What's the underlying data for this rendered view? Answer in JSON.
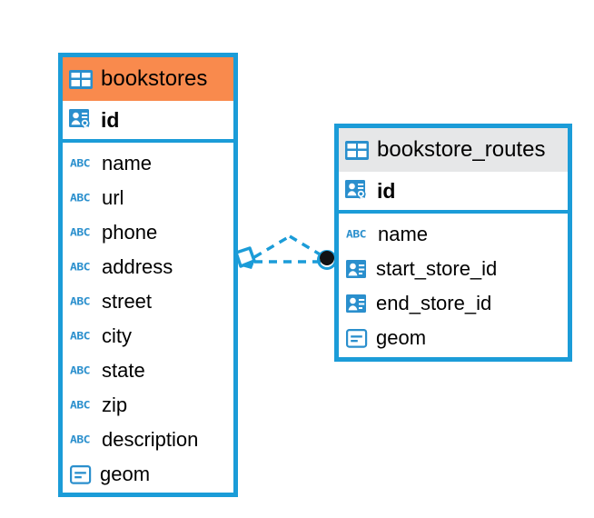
{
  "diagram": {
    "type": "entity-relationship-diagram",
    "background_color": "#ffffff",
    "accent_color": "#1b9cd8",
    "highlight_color": "#f98a4d",
    "header_gray": "#e6e7e8"
  },
  "entities": [
    {
      "name": "bookstores",
      "header_icon": "table-icon",
      "header_color": "#f98a4d",
      "primary_key": {
        "label": "id",
        "icon": "primary-key-icon"
      },
      "fields": [
        {
          "label": "name",
          "icon": "abc-text-icon"
        },
        {
          "label": "url",
          "icon": "abc-text-icon"
        },
        {
          "label": "phone",
          "icon": "abc-text-icon"
        },
        {
          "label": "address",
          "icon": "abc-text-icon"
        },
        {
          "label": "street",
          "icon": "abc-text-icon"
        },
        {
          "label": "city",
          "icon": "abc-text-icon"
        },
        {
          "label": "state",
          "icon": "abc-text-icon"
        },
        {
          "label": "zip",
          "icon": "abc-text-icon"
        },
        {
          "label": "description",
          "icon": "abc-text-icon"
        },
        {
          "label": "geom",
          "icon": "geometry-icon"
        }
      ]
    },
    {
      "name": "bookstore_routes",
      "header_icon": "table-icon",
      "header_color": "#e6e7e8",
      "primary_key": {
        "label": "id",
        "icon": "primary-key-icon"
      },
      "fields": [
        {
          "label": "name",
          "icon": "abc-text-icon"
        },
        {
          "label": "start_store_id",
          "icon": "foreign-key-icon"
        },
        {
          "label": "end_store_id",
          "icon": "foreign-key-icon"
        },
        {
          "label": "geom",
          "icon": "geometry-icon"
        }
      ]
    }
  ],
  "relationship": {
    "style": "dashed",
    "color": "#1b9cd8",
    "source_endpoint": "open-diamond-marker",
    "target_endpoint": "filled-circle-marker",
    "notation": "crows-foot"
  }
}
